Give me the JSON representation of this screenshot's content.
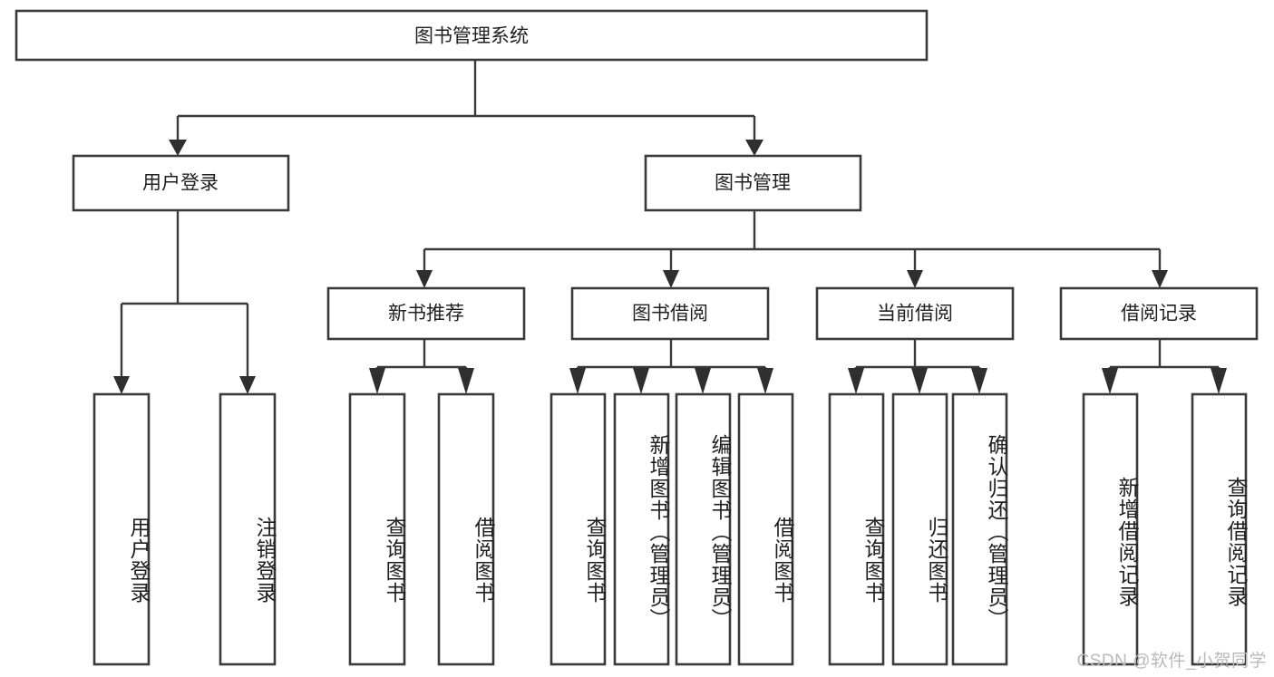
{
  "diagram": {
    "title": "图书管理系统",
    "type": "tree-hierarchy",
    "theme": {
      "background": "#ffffff",
      "box_stroke": "#3a3a3a",
      "box_fill": "#ffffff",
      "connector": "#3a3a3a",
      "arrow": "#2f2f2f",
      "text": "#1f1f1f",
      "watermark_color": "#b9b9b9"
    },
    "root": {
      "label": "图书管理系统"
    },
    "level2": [
      {
        "label": "用户登录"
      },
      {
        "label": "图书管理"
      }
    ],
    "level3": [
      {
        "label": "新书推荐"
      },
      {
        "label": "图书借阅"
      },
      {
        "label": "当前借阅"
      },
      {
        "label": "借阅记录"
      }
    ],
    "leaves": {
      "user_login": [
        {
          "label": "用户登录"
        },
        {
          "label": "注销登录"
        }
      ],
      "new_book_recommend": [
        {
          "label": "查询图书"
        },
        {
          "label": "借阅图书"
        }
      ],
      "book_borrow": [
        {
          "label": "查询图书"
        },
        {
          "label": "新增图书（管理员）"
        },
        {
          "label": "编辑图书（管理员）"
        },
        {
          "label": "借阅图书"
        }
      ],
      "current_borrow": [
        {
          "label": "查询图书"
        },
        {
          "label": "归还图书"
        },
        {
          "label": "确认归还（管理员）"
        }
      ],
      "borrow_record": [
        {
          "label": "新增借阅记录"
        },
        {
          "label": "查询借阅记录"
        }
      ]
    },
    "watermark": "CSDN @软件_小贺同学"
  }
}
